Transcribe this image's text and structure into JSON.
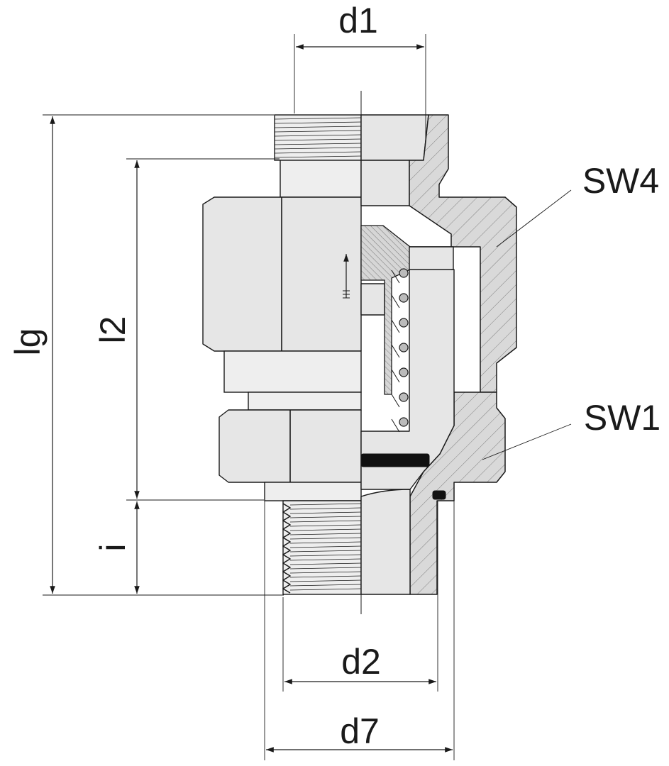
{
  "dimensions": {
    "d1": "d1",
    "d2": "d2",
    "d7": "d7",
    "lg": "lg",
    "l2": "l2",
    "i": "i"
  },
  "wrench_sizes": {
    "sw4": "SW4",
    "sw1": "SW1"
  },
  "colors": {
    "line": "#1a1a1a",
    "metal_fill": "#e6e6e6",
    "section_fill": "#d9d9d9",
    "seal": "#111111"
  }
}
